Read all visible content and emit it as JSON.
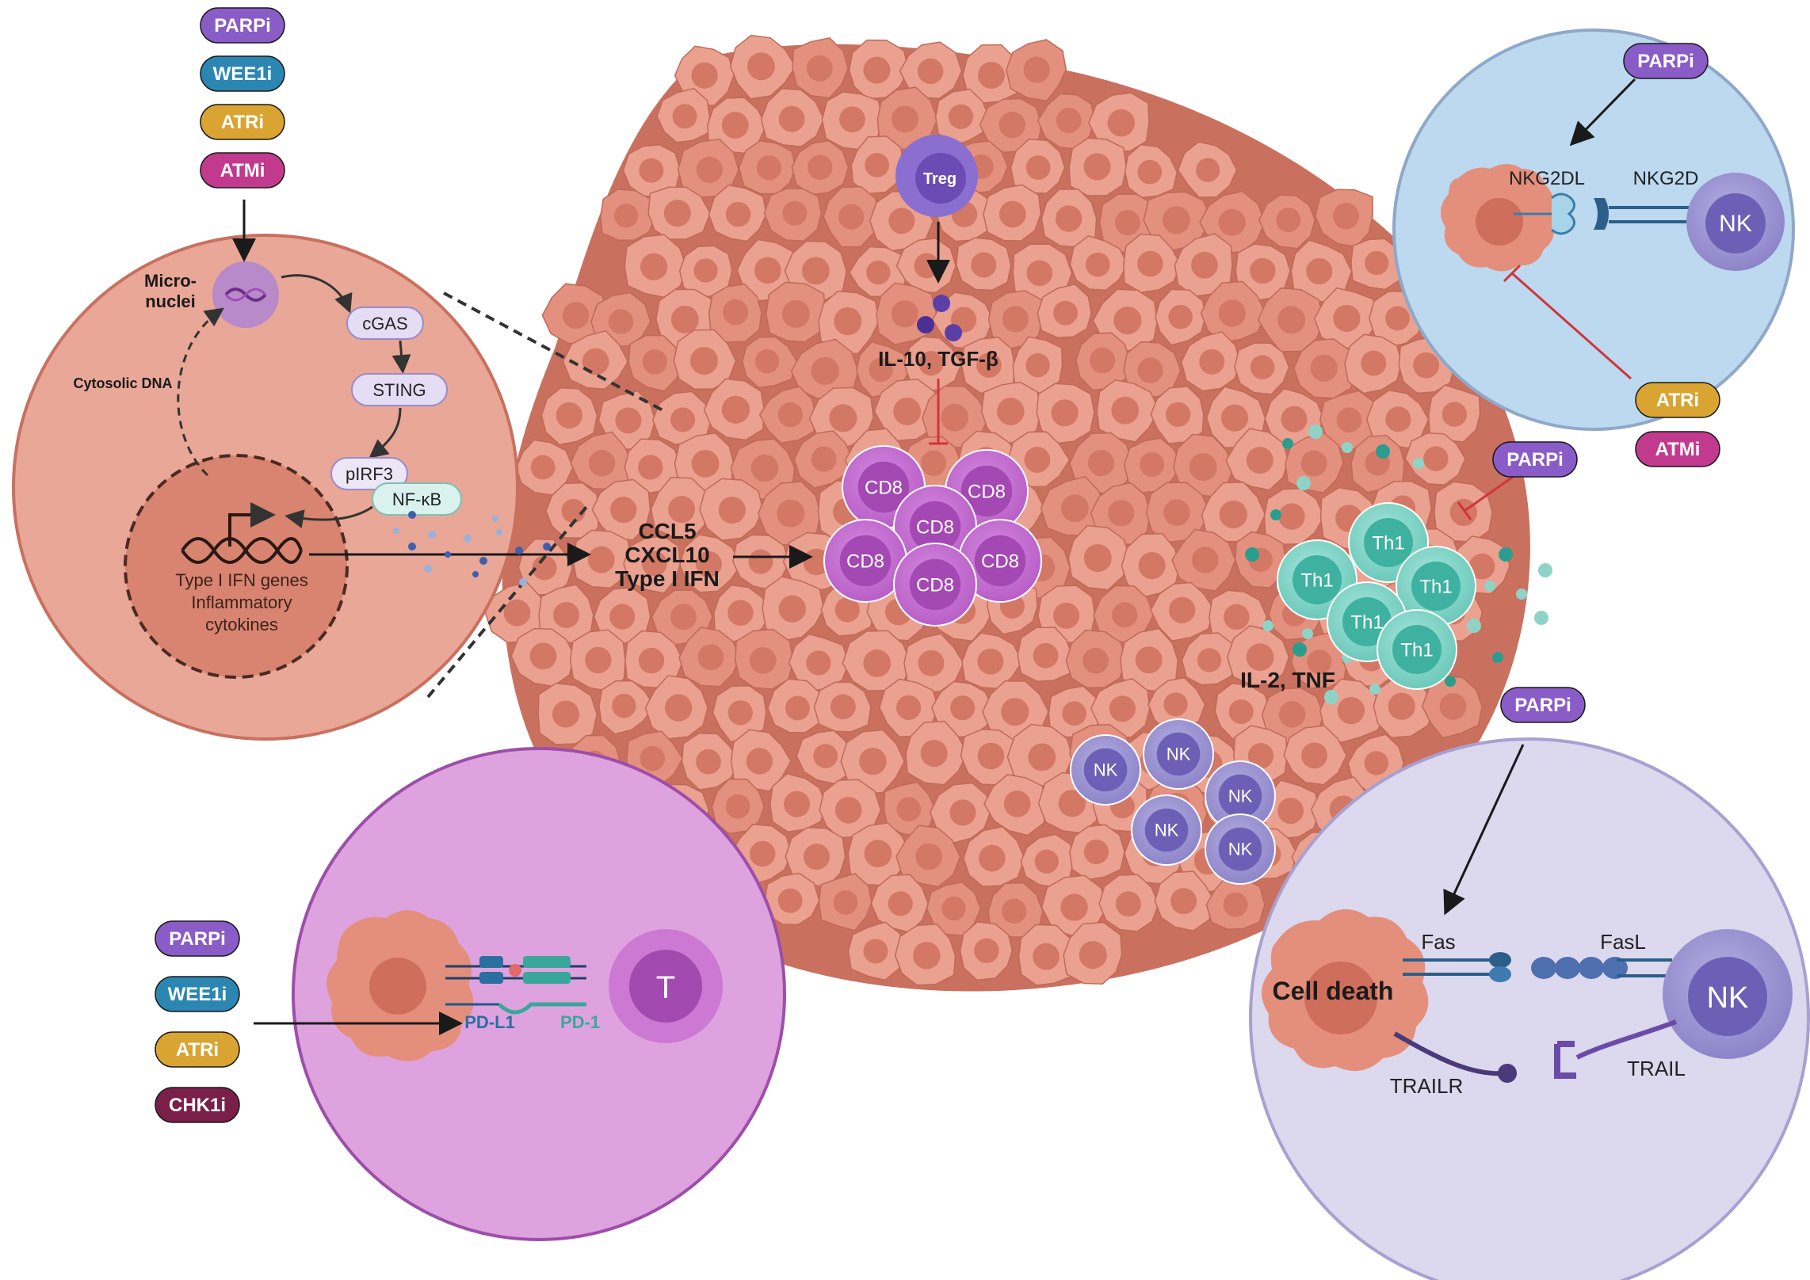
{
  "drug_badges": {
    "top_left": [
      "PARPi",
      "WEE1i",
      "ATRi",
      "ATMi"
    ],
    "top_right": "PARPi",
    "right_mid": [
      "ATRi",
      "ATMi"
    ],
    "th1_inhibitor": "PARPi",
    "bottom_right": "PARPi",
    "bottom_left": [
      "PARPi",
      "WEE1i",
      "ATRi",
      "CHK1i"
    ]
  },
  "colors": {
    "PARPi": "#8a5cc7",
    "WEE1i": "#2b86b2",
    "ATRi": "#d9a431",
    "ATMi": "#c23a8e",
    "CHK1i": "#7a1f4a",
    "tumor": "#e08a7a",
    "cd8": "#c36fd0",
    "th1": "#7fd6c8",
    "nk": "#8b7fc7",
    "treg": "#7b5fc2"
  },
  "cgas_panel": {
    "micronuclei": [
      "Micro-",
      "nuclei"
    ],
    "cytosolic_dna": "Cytosolic DNA",
    "cgas": "cGAS",
    "sting": "STING",
    "pirf3": "pIRF3",
    "nfkb": "NF-κB",
    "nucleus_text": [
      "Type I IFN genes",
      "Inflammatory",
      "cytokines"
    ]
  },
  "chemokines": [
    "CCL5",
    "CXCL10",
    "Type I IFN"
  ],
  "treg": {
    "label": "Treg",
    "cytokines": "IL-10, TGF-β"
  },
  "cd8_label": "CD8",
  "th1": {
    "label": "Th1",
    "cytokines": "IL-2, TNF"
  },
  "nk_label": "NK",
  "nkg2d_panel": {
    "ligand": "NKG2DL",
    "receptor": "NKG2D",
    "nk": "NK"
  },
  "fas_panel": {
    "cell_death": "Cell death",
    "fas": "Fas",
    "fasl": "FasL",
    "trailr": "TRAILR",
    "trail": "TRAIL",
    "nk": "NK"
  },
  "pdl1_panel": {
    "pdl1": "PD-L1",
    "pd1": "PD-1",
    "t_cell": "T"
  }
}
